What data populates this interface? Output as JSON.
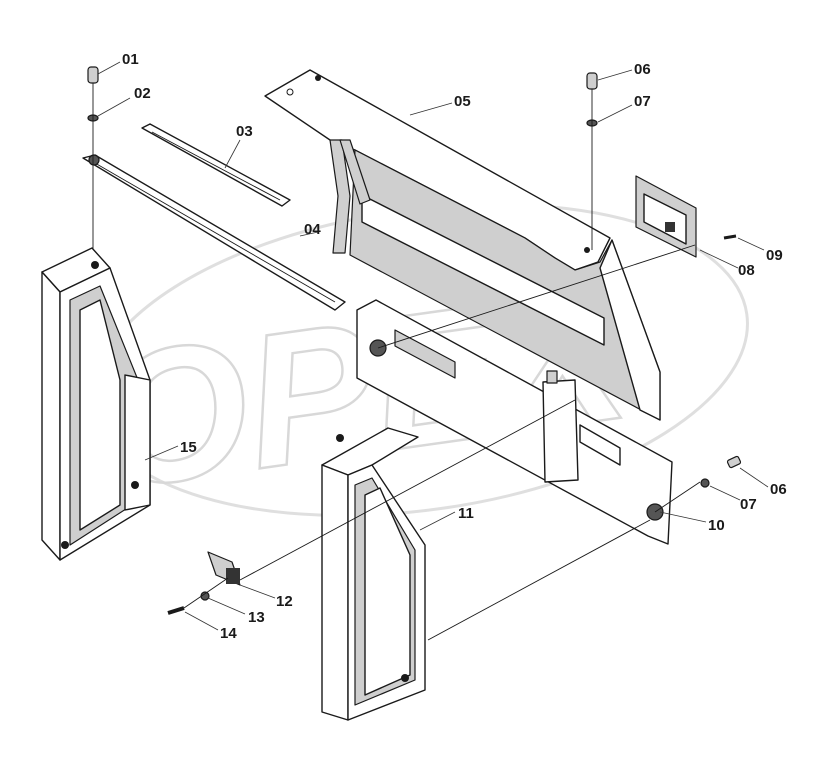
{
  "watermark": {
    "text": "OPEX"
  },
  "callouts": {
    "c01": "01",
    "c02": "02",
    "c03": "03",
    "c04": "04",
    "c05": "05",
    "c06a": "06",
    "c07a": "07",
    "c08": "08",
    "c09": "09",
    "c10": "10",
    "c06b": "06",
    "c07b": "07",
    "c11": "11",
    "c12": "12",
    "c13": "13",
    "c14": "14",
    "c15": "15"
  }
}
